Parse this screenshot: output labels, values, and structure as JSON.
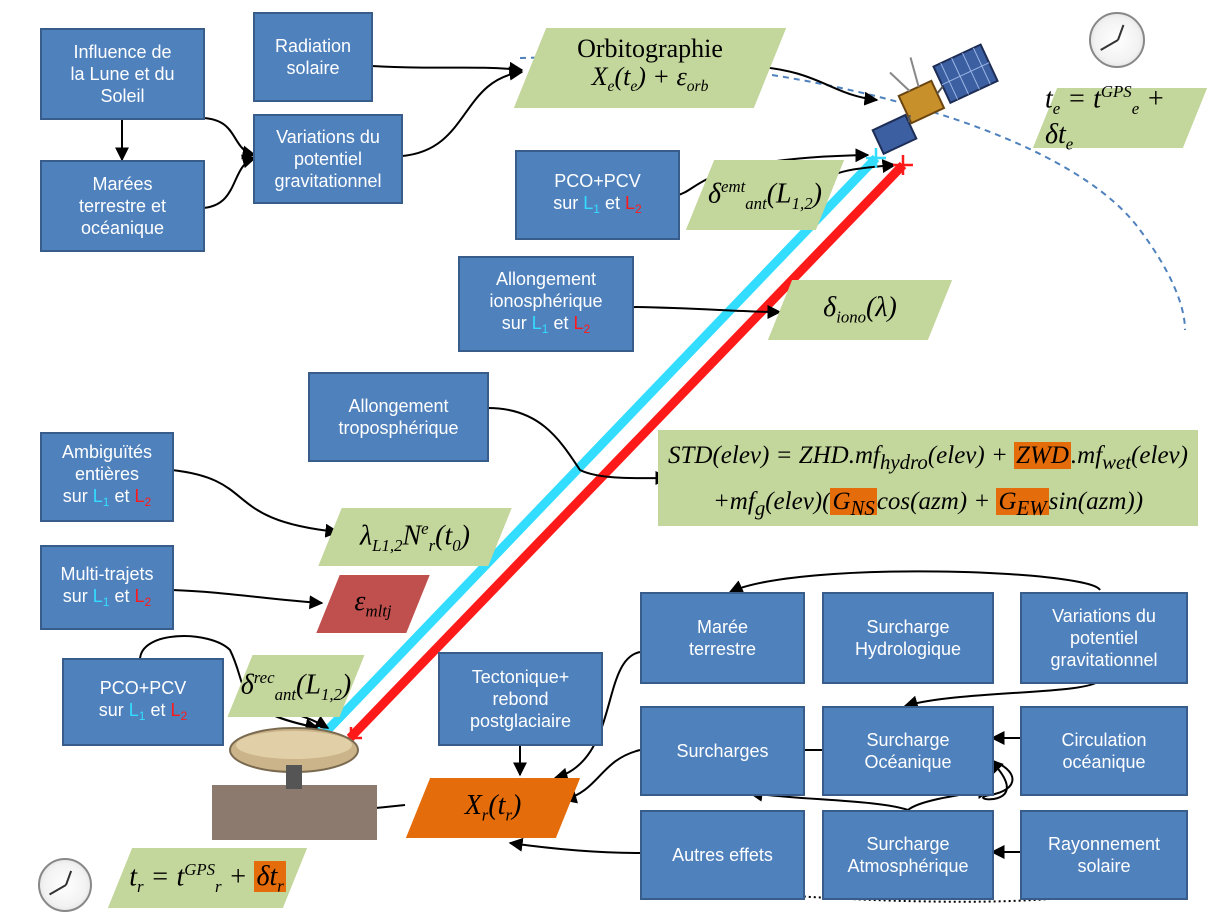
{
  "boxes": {
    "lune_soleil": "Influence de\nla Lune et du\nSoleil",
    "marees": "Marées\nterrestre et\nocéanique",
    "radiation": "Radiation\nsolaire",
    "variations_top": "Variations du\npotentiel\ngravitationnel",
    "pco_sat_line1": "PCO+PCV",
    "pco_sat_line2": "sur",
    "iono_line1": "Allongement",
    "iono_line2": "ionosphérique",
    "iono_line3": "sur",
    "tropo": "Allongement\ntroposphérique",
    "ambig_line1": "Ambiguïtés",
    "ambig_line2": "entières",
    "ambig_line3": "sur",
    "multi_line1": "Multi-trajets",
    "multi_line2": "sur",
    "pco_rec_line1": "PCO+PCV",
    "pco_rec_line2": "sur",
    "tectonique": "Tectonique+\nrebond\npostglaciaire",
    "maree_terrestre": "Marée\nterrestre",
    "surcharge_hydro": "Surcharge\nHydrologique",
    "variations_bottom": "Variations du\npotentiel\ngravitationnel",
    "surcharges": "Surcharges",
    "surcharge_ocean": "Surcharge\nOcéanique",
    "circulation": "Circulation\nocéanique",
    "autres": "Autres effets",
    "surcharge_atmo": "Surcharge\nAtmosphérique",
    "rayonnement": "Rayonnement\nsolaire"
  },
  "signal_labels": {
    "l1": "L",
    "l1_sub": "1",
    "l2": "L",
    "l2_sub": "2",
    "et": "et"
  },
  "formulas": {
    "orbito_title": "Orbitographie",
    "orbito_expr": "X",
    "orbito_sub": "e",
    "orbito_arg": "(t",
    "orbito_arg_sub": "e",
    "orbito_rest": ") + ε",
    "orbito_eps_sub": "orb",
    "te_lhs": "t",
    "te_lhs_sub": "e",
    "te_eq": " = t",
    "te_sup": "GPS",
    "te_sub2": "e",
    "te_plus": " + δt",
    "te_sub3": "e",
    "delta_emt": "δ",
    "delta_emt_sup": "emt",
    "delta_emt_sub": "ant",
    "delta_emt_arg": "(L",
    "delta_emt_arg_sub": "1,2",
    "delta_emt_close": ")",
    "iono_expr": "δ",
    "iono_sub": "iono",
    "iono_arg": "(λ)",
    "amb_lambda": "λ",
    "amb_lambda_sub": "L1,2",
    "amb_N": "N",
    "amb_N_sup": "e",
    "amb_N_sub": "r",
    "amb_arg": "(t",
    "amb_arg_sub": "0",
    "amb_close": ")",
    "multi_eps": "ε",
    "multi_sub": "mltj",
    "delta_rec": "δ",
    "delta_rec_sup": "rec",
    "delta_rec_sub": "ant",
    "delta_rec_arg": "(L",
    "delta_rec_arg_sub": "1,2",
    "delta_rec_close": ")",
    "xr": "X",
    "xr_sub": "r",
    "xr_arg": "(t",
    "xr_arg_sub": "r",
    "xr_close": ")",
    "tr_lhs": "t",
    "tr_lhs_sub": "r",
    "tr_eq": " = t",
    "tr_sup": "GPS",
    "tr_sub2": "r",
    "tr_plus": " + ",
    "tr_dt": "δt",
    "tr_sub3": "r",
    "std_l1_a": "STD(elev) = ZHD.mf",
    "std_l1_a_sub": "hydro",
    "std_l1_b": "(elev) + ",
    "std_zwd": "ZWD",
    "std_l1_c": ".mf",
    "std_l1_c_sub": "wet",
    "std_l1_d": "(elev)",
    "std_l2_a": "+mf",
    "std_l2_a_sub": "g",
    "std_l2_b": "(elev)(",
    "std_gns": "G",
    "std_gns_sub": "NS",
    "std_l2_c": "cos(azm) + ",
    "std_gew": "G",
    "std_gew_sub": "EW",
    "std_l2_d": "sin(azm))"
  },
  "colors": {
    "box_fill": "#4f81bd",
    "formula_fill": "#c3d69b",
    "highlight": "#e46c0a",
    "multipath_fill": "#c0504d",
    "l1_signal": "#33ddff",
    "l2_signal": "#ff1a1a"
  },
  "icons": [
    "clock-icon",
    "satellite-icon",
    "gnss-antenna-icon"
  ]
}
